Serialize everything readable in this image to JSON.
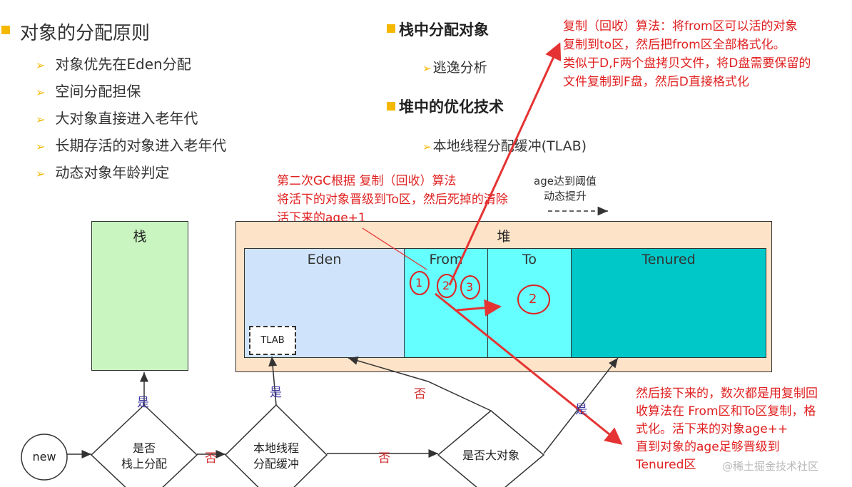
{
  "principles": {
    "title": "对象的分配原则",
    "items": [
      "对象优先在Eden分配",
      "空间分配担保",
      "大对象直接进入老年代",
      "长期存活的对象进入老年代",
      "动态对象年龄判定"
    ]
  },
  "stack_alloc": {
    "title": "栈中分配对象",
    "sub": "逃逸分析"
  },
  "heap_opt": {
    "title": "堆中的优化技术",
    "sub": "本地线程分配缓冲(TLAB)"
  },
  "note_top": {
    "lines": [
      "复制（回收）算法：将from区可以活的对象",
      "复制到to区，然后把from区全部格式化。",
      "类似于D,F两个盘拷贝文件，将D盘需要保留的",
      "文件复制到F盘，然后D直接格式化"
    ]
  },
  "note_gc2": {
    "lines": [
      "第二次GC根据   复制（回收）算法",
      "将活下的对象晋级到To区，然后死掉的清除",
      "活下来的age+1"
    ]
  },
  "age_note": {
    "line1": "age达到阈值",
    "line2": "动态提升"
  },
  "note_bottom": {
    "lines": [
      "然后接下来的，数次都是用复制回",
      "收算法在 From区和To区复制，格",
      "式化。活下来的对象age++",
      "直到对象的age足够晋级到",
      "Tenured区"
    ]
  },
  "stack_box": {
    "label": "栈"
  },
  "heap": {
    "label": "堆",
    "eden": "Eden",
    "from": "From",
    "to": "To",
    "tenured": "Tenured",
    "tlab": "TLAB",
    "from_circles": [
      "1",
      "2",
      "3"
    ],
    "to_circle": "2"
  },
  "flow": {
    "new": "new",
    "d1_line1": "是否",
    "d1_line2": "栈上分配",
    "d2_line1": "本地线程",
    "d2_line2": "分配缓冲",
    "d3": "是否大对象",
    "yes": "是",
    "no": "否"
  },
  "watermark": "@稀土掘金技术社区",
  "colors": {
    "accent_yellow": "#f5b800",
    "stack_fill": "#c9f5c0",
    "heap_fill": "#fde3c8",
    "eden_fill": "#cfe4fb",
    "survivor_fill": "#66ffff",
    "tenured_fill": "#00c8c8",
    "red": "#e02020"
  }
}
